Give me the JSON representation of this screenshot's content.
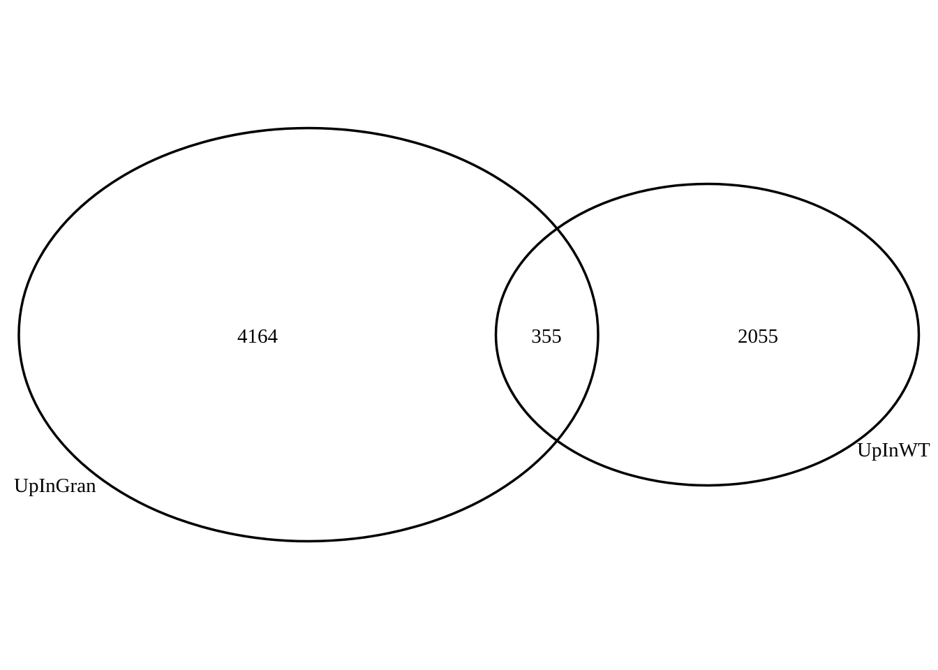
{
  "sets": [
    {
      "id": "gran",
      "label": "UpInGran",
      "only_count": "4164"
    },
    {
      "id": "wt",
      "label": "UpInWT",
      "only_count": "2055"
    }
  ],
  "intersection": {
    "count": "355"
  },
  "colors": {
    "outline": "#000000",
    "background": "#ffffff",
    "text": "#000000"
  }
}
